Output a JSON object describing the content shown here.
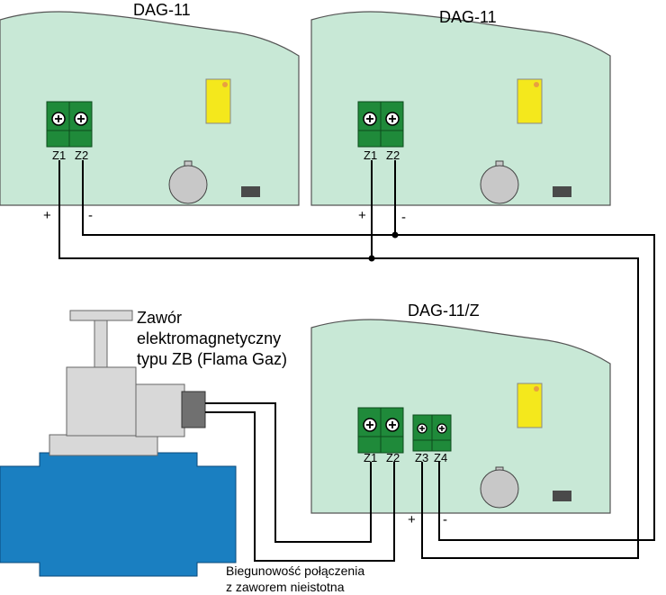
{
  "devices": [
    {
      "title": "DAG-11",
      "terminals": [
        "Z1",
        "Z2"
      ],
      "polarity": [
        "+",
        "-"
      ]
    },
    {
      "title": "DAG-11",
      "terminals": [
        "Z1",
        "Z2"
      ],
      "polarity": [
        "+",
        "-"
      ]
    },
    {
      "title": "DAG-11/Z",
      "terminals": [
        "Z1",
        "Z2",
        "Z3",
        "Z4"
      ],
      "polarity": [
        "+",
        "-"
      ]
    }
  ],
  "valve": {
    "label_lines": [
      "Zawór",
      "elektromagnetyczny",
      "typu ZB (Flama Gaz)"
    ]
  },
  "note": {
    "lines": [
      "Biegunowość połączenia",
      "z zaworem nieistotna"
    ]
  },
  "colors": {
    "board": "#c8e8d6",
    "terminal": "#1f8a3a",
    "yellow": "#f4e81c",
    "knob": "#c8c8c8",
    "pipe": "#1a7fc1",
    "valve": "#d8d8d8"
  }
}
